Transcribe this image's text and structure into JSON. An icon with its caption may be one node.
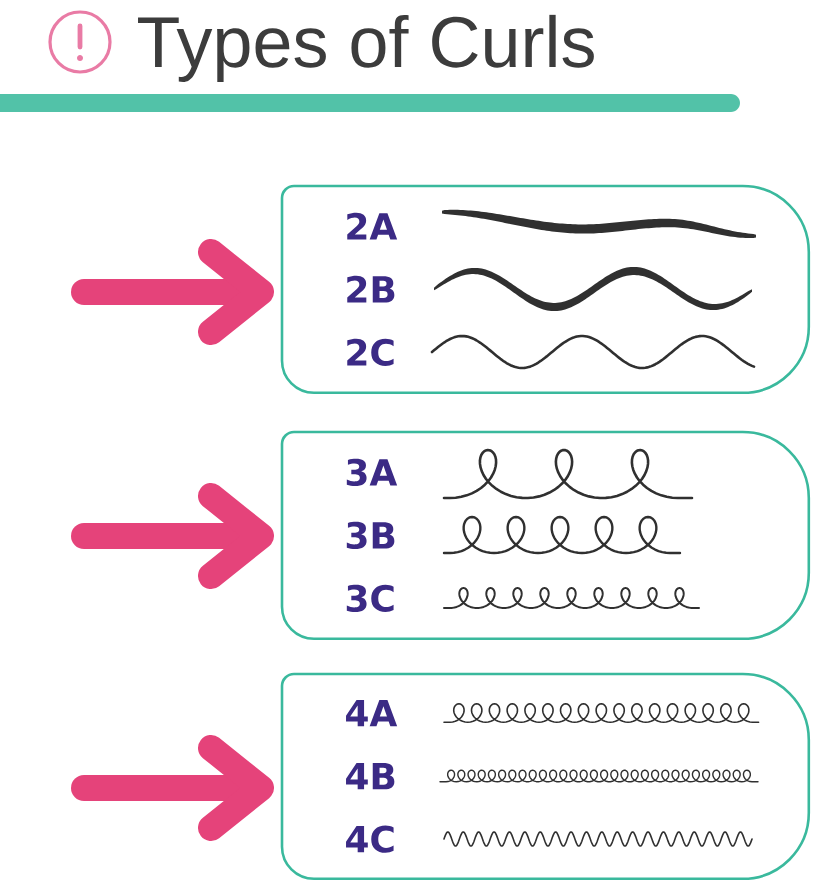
{
  "diagram": {
    "title": "Types of Curls",
    "nodes": [
      {
        "text": [
          "2A",
          "2B",
          "2C"
        ]
      },
      {
        "text": [
          "3A",
          "3B",
          "3C"
        ]
      },
      {
        "text": [
          "4A",
          "4B",
          "4C"
        ]
      }
    ],
    "edges": [
      {
        "from": null,
        "to": 0,
        "arrow": "to"
      },
      {
        "from": null,
        "to": 1,
        "arrow": "to"
      },
      {
        "from": null,
        "to": 2,
        "arrow": "to"
      }
    ]
  }
}
